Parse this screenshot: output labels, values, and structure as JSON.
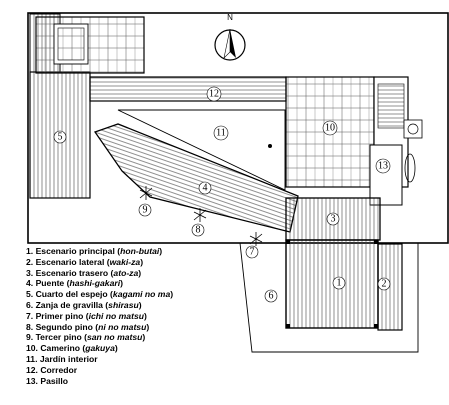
{
  "north_label": "N",
  "plan_numbers": [
    "1",
    "2",
    "3",
    "4",
    "5",
    "6",
    "7",
    "8",
    "9",
    "10",
    "11",
    "12",
    "13"
  ],
  "legend": [
    {
      "num": "1.",
      "es": "Escenario principal",
      "jp": "hon-butai"
    },
    {
      "num": "2.",
      "es": "Escenario lateral",
      "jp": "waki-za"
    },
    {
      "num": "3.",
      "es": "Escenario trasero",
      "jp": "ato-za"
    },
    {
      "num": "4.",
      "es": "Puente",
      "jp": "hashi-gakari"
    },
    {
      "num": "5.",
      "es": "Cuarto del espejo",
      "jp": "kagami no ma"
    },
    {
      "num": "6.",
      "es": "Zanja de gravilla",
      "jp": "shirasu"
    },
    {
      "num": "7.",
      "es": "Primer pino",
      "jp": "ichi no matsu"
    },
    {
      "num": "8.",
      "es": "Segundo pino",
      "jp": "ni no matsu"
    },
    {
      "num": "9.",
      "es": "Tercer pino",
      "jp": "san no matsu"
    },
    {
      "num": "10.",
      "es": "Camerino",
      "jp": "gakuya"
    },
    {
      "num": "11.",
      "es": "Jardín interior",
      "jp": ""
    },
    {
      "num": "12.",
      "es": "Corredor",
      "jp": ""
    },
    {
      "num": "13.",
      "es": "Pasillo",
      "jp": ""
    }
  ]
}
